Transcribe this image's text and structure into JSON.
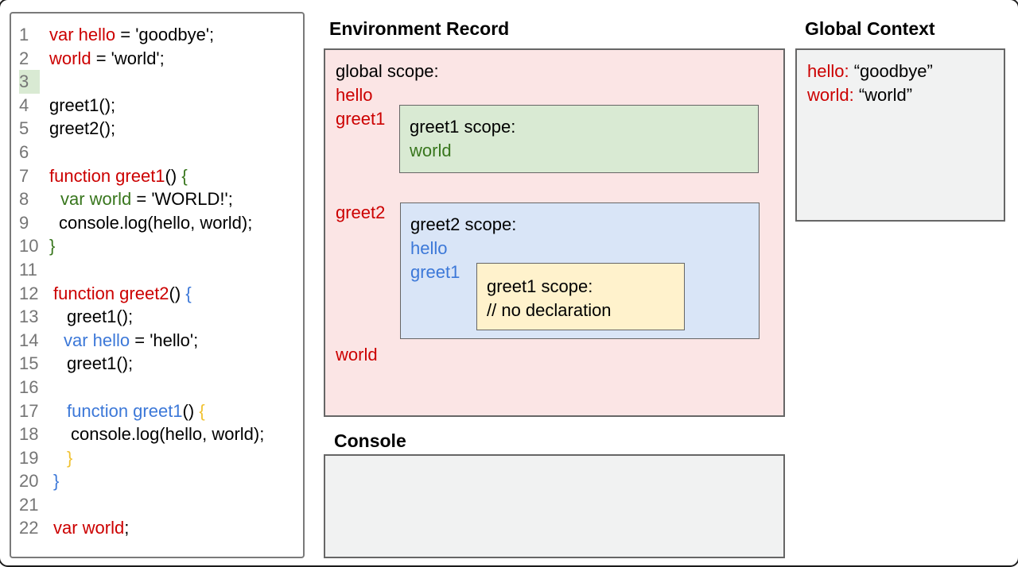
{
  "palette": {
    "red": "#cc0000",
    "green": "#38761d",
    "blue": "#3c78d8",
    "yellow": "#f1c232",
    "black": "#000000",
    "gray": "#757575",
    "pink_bg": "#fbe5e5",
    "green_bg": "#d9ead3",
    "blue_bg": "#d9e5f7",
    "yellow_bg": "#fff2cc",
    "panel_bg": "#f1f2f2",
    "line_highlight_bg": "#d9ead3"
  },
  "code_panel": {
    "lines": [
      {
        "num": "1",
        "indent": 0,
        "hl": false,
        "segs": [
          [
            "var hello",
            "red"
          ],
          [
            " = 'goodbye';",
            "black"
          ]
        ]
      },
      {
        "num": "2",
        "indent": 0,
        "hl": false,
        "segs": [
          [
            "world",
            "red"
          ],
          [
            " = 'world';",
            "black"
          ]
        ]
      },
      {
        "num": "3",
        "indent": 0,
        "hl": true,
        "segs": []
      },
      {
        "num": "4",
        "indent": 0,
        "hl": false,
        "segs": [
          [
            "greet1();",
            "black"
          ]
        ]
      },
      {
        "num": "5",
        "indent": 0,
        "hl": false,
        "segs": [
          [
            "greet2();",
            "black"
          ]
        ]
      },
      {
        "num": "6",
        "indent": 0,
        "hl": false,
        "segs": []
      },
      {
        "num": "7",
        "indent": 0,
        "hl": false,
        "segs": [
          [
            "function greet1",
            "red"
          ],
          [
            "() ",
            "black"
          ],
          [
            "{",
            "green"
          ]
        ]
      },
      {
        "num": "8",
        "indent": 14,
        "hl": false,
        "segs": [
          [
            "var world",
            "green"
          ],
          [
            " = 'WORLD!';",
            "black"
          ]
        ]
      },
      {
        "num": "9",
        "indent": 12,
        "hl": false,
        "segs": [
          [
            "console.log(hello, world);",
            "black"
          ]
        ]
      },
      {
        "num": "10",
        "indent": 0,
        "hl": false,
        "segs": [
          [
            "}",
            "green"
          ]
        ]
      },
      {
        "num": "11",
        "indent": 0,
        "hl": false,
        "segs": []
      },
      {
        "num": "12",
        "indent": 5,
        "hl": false,
        "segs": [
          [
            "function greet2",
            "red"
          ],
          [
            "() ",
            "black"
          ],
          [
            "{",
            "blue"
          ]
        ]
      },
      {
        "num": "13",
        "indent": 22,
        "hl": false,
        "segs": [
          [
            "greet1();",
            "black"
          ]
        ]
      },
      {
        "num": "14",
        "indent": 18,
        "hl": false,
        "segs": [
          [
            "var hello",
            "blue"
          ],
          [
            " = 'hello';",
            "black"
          ]
        ]
      },
      {
        "num": "15",
        "indent": 22,
        "hl": false,
        "segs": [
          [
            "greet1();",
            "black"
          ]
        ]
      },
      {
        "num": "16",
        "indent": 0,
        "hl": false,
        "segs": []
      },
      {
        "num": "17",
        "indent": 22,
        "hl": false,
        "segs": [
          [
            "function greet1",
            "blue"
          ],
          [
            "() ",
            "black"
          ],
          [
            "{",
            "yellow"
          ]
        ]
      },
      {
        "num": "18",
        "indent": 27,
        "hl": false,
        "segs": [
          [
            "console.log(hello, world);",
            "black"
          ]
        ]
      },
      {
        "num": "19",
        "indent": 22,
        "hl": false,
        "segs": [
          [
            "}",
            "yellow"
          ]
        ]
      },
      {
        "num": "20",
        "indent": 5,
        "hl": false,
        "segs": [
          [
            "}",
            "blue"
          ]
        ]
      },
      {
        "num": "21",
        "indent": 0,
        "hl": false,
        "segs": []
      },
      {
        "num": "22",
        "indent": 5,
        "hl": false,
        "segs": [
          [
            "var world",
            "red"
          ],
          [
            ";",
            "black"
          ]
        ]
      }
    ]
  },
  "environment_record": {
    "title": "Environment Record",
    "global_scope": {
      "label": "global scope:",
      "var_hello": "hello",
      "var_greet1": "greet1",
      "var_greet2": "greet2",
      "var_world": "world"
    },
    "greet1_scope": {
      "label": "greet1 scope:",
      "var_world": "world"
    },
    "greet2_scope": {
      "label": "greet2 scope:",
      "var_hello": "hello",
      "var_greet1": "greet1"
    },
    "inner_greet1_scope": {
      "label": "greet1 scope:",
      "comment": "// no declaration"
    }
  },
  "global_context": {
    "title": "Global Context",
    "entries": [
      {
        "key": "hello:",
        "value": "“goodbye”"
      },
      {
        "key": "world:",
        "value": "“world”"
      }
    ]
  },
  "console_panel": {
    "title": "Console"
  }
}
